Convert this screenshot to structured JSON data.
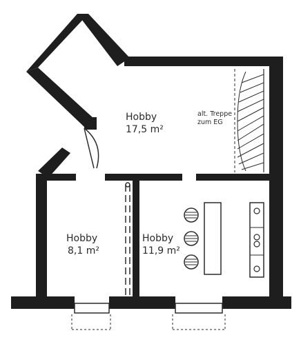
{
  "rooms": [
    {
      "name": "Hobby",
      "area": "17,5 m²"
    },
    {
      "name": "Hobby",
      "area": "8,1 m²"
    },
    {
      "name": "Hobby",
      "area": "11,9 m²"
    }
  ],
  "stair_note": {
    "line1": "alt. Treppe",
    "line2": "zum EG"
  },
  "colors": {
    "wall": "#1e1e1e",
    "ink": "#2a2a2a",
    "paper": "#ffffff"
  }
}
